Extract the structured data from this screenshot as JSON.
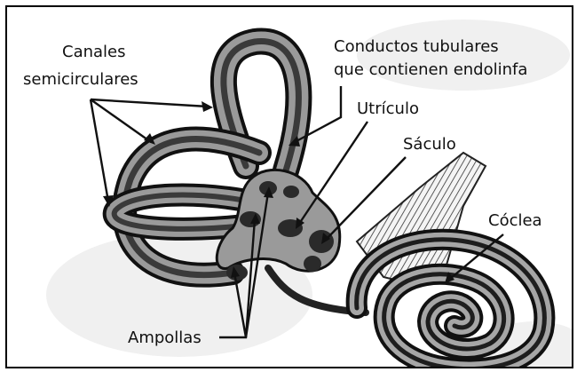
{
  "labels": {
    "canales_line1": "Canales",
    "canales_line2": "semicirculares",
    "conductos_line1": "Conductos tubulares",
    "conductos_line2": "que contienen endolinfa",
    "utriculo": "Utrículo",
    "saculo": "Sáculo",
    "coclea": "Cóclea",
    "ampollas": "Ampollas"
  }
}
